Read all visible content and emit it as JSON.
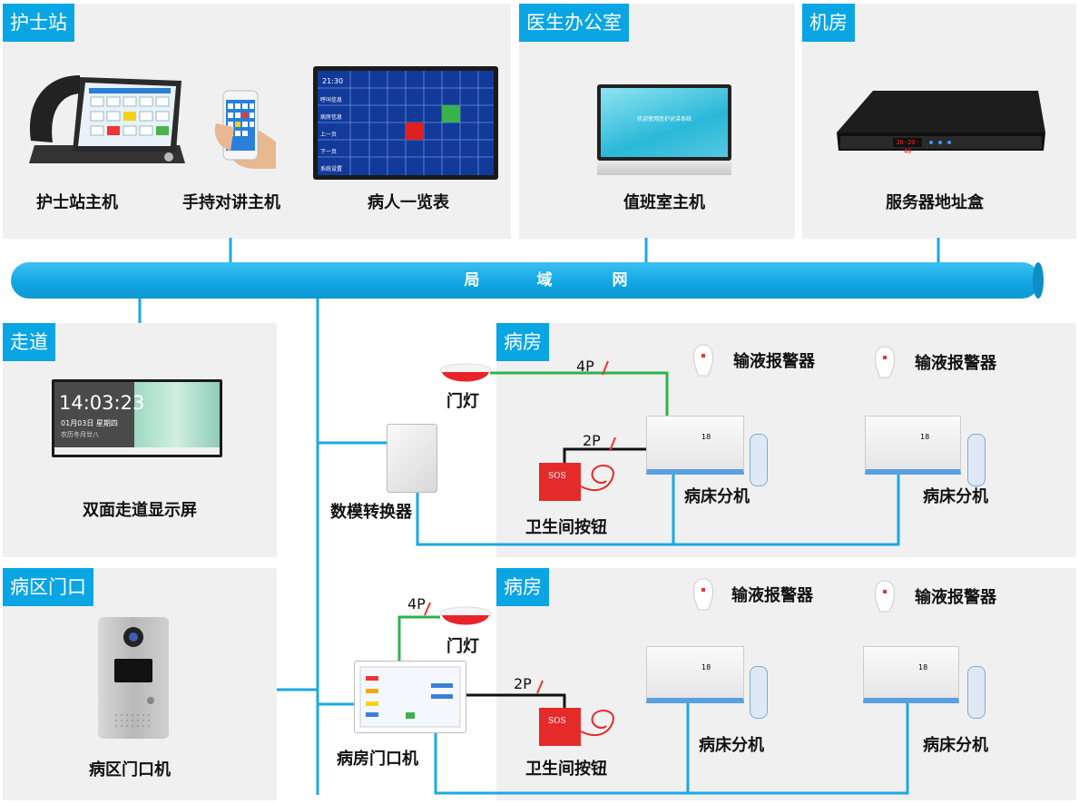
{
  "sections": {
    "nurse_station": "护士站",
    "doctor_office": "医生办公室",
    "machine_room": "机房",
    "corridor": "走道",
    "ward_1": "病房",
    "ward_entrance": "病区门口",
    "ward_2": "病房"
  },
  "devices": {
    "nurse_host": "护士站主机",
    "handheld": "手持对讲主机",
    "patient_list": "病人一览表",
    "duty_host": "值班室主机",
    "server_box": "服务器地址盒",
    "corridor_screen": "双面走道显示屏",
    "converter": "数模转换器",
    "door_light_1": "门灯",
    "door_light_2": "门灯",
    "toilet_button_1": "卫生间按钮",
    "toilet_button_2": "卫生间按钮",
    "infusion_1a": "输液报警器",
    "infusion_1b": "输液报警器",
    "infusion_2a": "输液报警器",
    "infusion_2b": "输液报警器",
    "bed_1a": "病床分机",
    "bed_1b": "病床分机",
    "bed_2a": "病床分机",
    "bed_2b": "病床分机",
    "ward_door_unit": "病房门口机",
    "entrance_unit": "病区门口机"
  },
  "network": {
    "label_1": "局",
    "label_2": "域",
    "label_3": "网"
  },
  "wires": {
    "w4p_1": "4P",
    "w2p_1": "2P",
    "w4p_2": "4P",
    "w2p_2": "2P"
  },
  "screen_text": {
    "duty_welcome": "欢迎使用医护对讲系统",
    "corridor_time": "14:03:23",
    "corridor_date": "01月03日 星期四",
    "corridor_lunar": "农历冬月廿八",
    "server_clock": "20-20-40",
    "sos": "SOS",
    "list_time": "21:30",
    "list_menu": [
      "呼叫信息",
      "病房信息",
      "上一页",
      "下一页",
      "系统设置"
    ],
    "bed_num": "18"
  },
  "colors": {
    "accent": "#0aa5e3",
    "panel": "#f0f0f0",
    "wire_green": "#2fb24a",
    "wire_black": "#111111",
    "cable_blue": "#1aa9e3"
  }
}
